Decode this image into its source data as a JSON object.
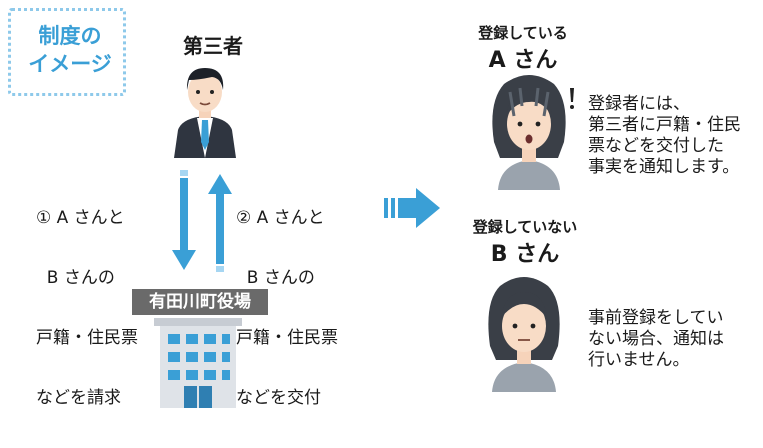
{
  "badge": {
    "line1": "制度の",
    "line2": "イメージ"
  },
  "third_party": {
    "label": "第三者"
  },
  "step1": {
    "line1": "① A さんと",
    "line2": "  B さんの",
    "line3": "戸籍・住民票",
    "line4": "などを請求"
  },
  "step2": {
    "line1": "② A さんと",
    "line2": "  B さんの",
    "line3": "戸籍・住民票",
    "line4": "などを交付"
  },
  "office": {
    "label": "有田川町役場"
  },
  "person_a": {
    "status": "登録している",
    "name": "A さん"
  },
  "person_b": {
    "status": "登録していない",
    "name": "B さん"
  },
  "note_a": {
    "line1": "登録者には、",
    "line2": "第三者に戸籍・住民",
    "line3": "票などを交付した",
    "line4": "事実を通知します。"
  },
  "note_b": {
    "line1": "事前登録をしてい",
    "line2": "ない場合、通知は",
    "line3": "行いません。"
  },
  "colors": {
    "accent": "#3a9fd6",
    "badge_border": "#8ec9ea",
    "label_bg": "#6a6a6a"
  },
  "icons": [
    "businessman-icon",
    "office-building-icon",
    "woman-surprised-icon",
    "woman-neutral-icon",
    "arrow-down-icon",
    "arrow-up-icon",
    "arrow-right-icon",
    "exclamation-icon"
  ]
}
